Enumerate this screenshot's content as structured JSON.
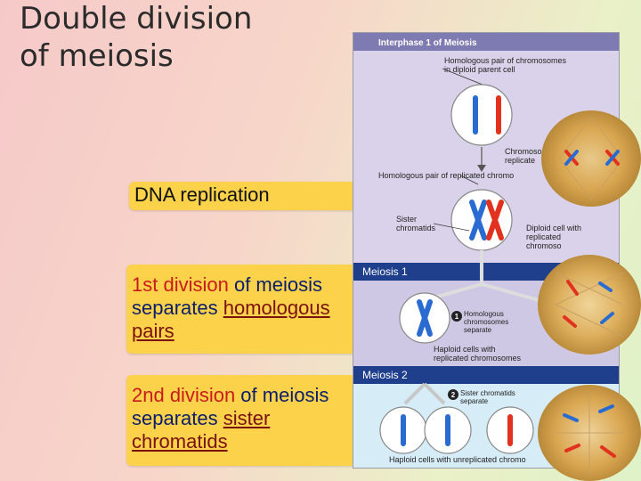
{
  "slide": {
    "title": "Double division of meiosis"
  },
  "boxes": {
    "dna": "DNA replication",
    "meiosis1": {
      "part1": "1st division",
      "part2": " of meiosis separates ",
      "part3": "homologous pairs"
    },
    "meiosis2": {
      "part1": "2nd division",
      "part2": " of meiosis separates ",
      "part3": "sister chromatids"
    }
  },
  "diagram": {
    "header_interphase": "Interphase 1 of Meiosis",
    "label_homologous_pair": "Homologous pair of chromosomes",
    "label_in_diploid": "in diploid parent cell",
    "label_chromosomes_replicate": "Chromosomes",
    "label_replicate": "replicate",
    "label_replicated_pair": "Homologous pair of replicated chromo",
    "label_sister": "Sister",
    "label_chromatids": "chromatids",
    "label_diploid_cell": "Diploid cell with",
    "label_replicated": "replicated",
    "label_chromosomes": "chromoso",
    "band_meiosis1": "Meiosis 1",
    "step1_num": "1",
    "step1_a": "Homologous",
    "step1_b": "chromosomes",
    "step1_c": "separate",
    "label_haploid_rep_a": "Haploid cells with",
    "label_haploid_rep_b": "replicated chromosomes",
    "band_meiosis2": "Meiosis 2",
    "step2_num": "2",
    "step2_a": "Sister chromatids",
    "step2_b": "separate",
    "label_haploid_unrep": "Haploid cells with unreplicated chromo"
  },
  "colors": {
    "box_yellow": "#fcd24a",
    "upper_panel": "#d9d2ea",
    "lower_panel": "#d6ecf6",
    "band_blue": "#1f3f8c",
    "chrom_blue": "#2a6bd1",
    "chrom_red": "#e0321e"
  }
}
